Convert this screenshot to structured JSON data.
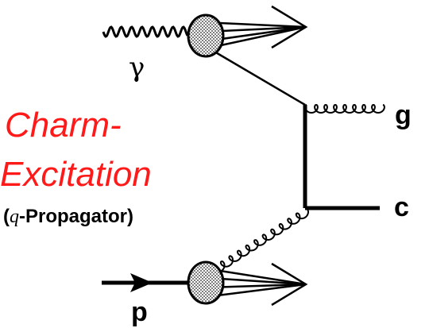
{
  "labels": {
    "title_line1": "Charm-",
    "title_line2": "Excitation",
    "propagator_open": "(",
    "propagator_q": "q",
    "propagator_rest": "-Propagator)",
    "photon": "γ",
    "proton": "p",
    "gluon": "g",
    "charm": "c"
  },
  "colors": {
    "title": "#ff1a1a",
    "lines": "#000000",
    "blob_fill": "#bdbdbd"
  }
}
